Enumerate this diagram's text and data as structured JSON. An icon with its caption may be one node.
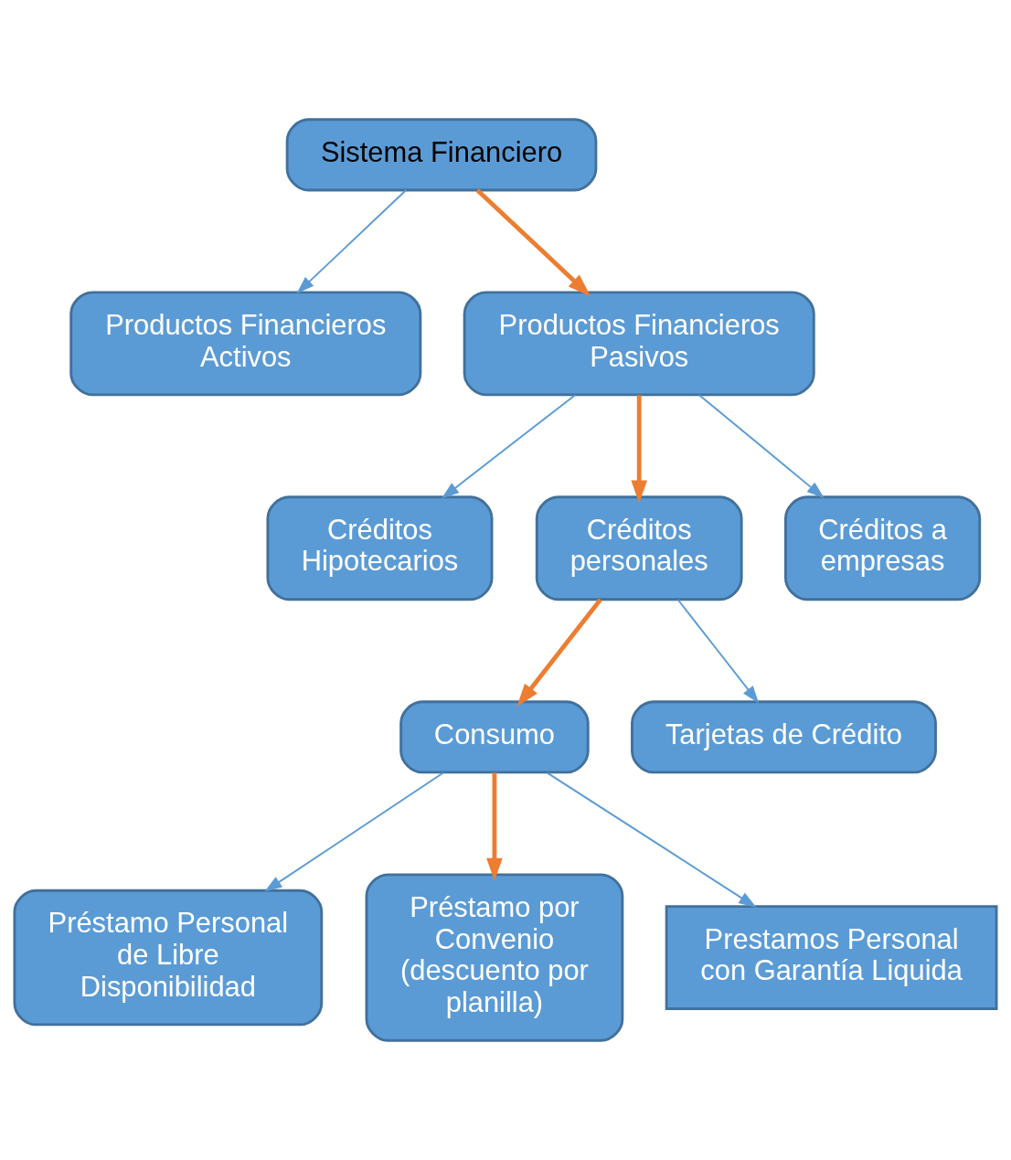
{
  "diagram": {
    "nodes": [
      {
        "text": [
          "Sistema Financiero"
        ]
      },
      {
        "text": [
          "Productos Financieros Activos"
        ]
      },
      {
        "text": [
          "Productos Financieros Pasivos"
        ]
      },
      {
        "text": [
          "Créditos Hipotecarios"
        ]
      },
      {
        "text": [
          "Créditos personales"
        ]
      },
      {
        "text": [
          "Créditos a empresas"
        ]
      },
      {
        "text": [
          "Consumo"
        ]
      },
      {
        "text": [
          "Tarjetas de Crédito"
        ]
      },
      {
        "text": [
          "Préstamo Personal de Libre Disponibilidad"
        ]
      },
      {
        "text": [
          "Préstamo por Convenio (descuento por planilla)"
        ]
      },
      {
        "text": [
          "Prestamos Personal con Garantía Liquida"
        ]
      }
    ],
    "edges": [
      {
        "from": 0,
        "to": 1,
        "arrow": "to"
      },
      {
        "from": 0,
        "to": 2,
        "arrow": "to",
        "style": "thick",
        "color": "#ed7d31"
      },
      {
        "from": 2,
        "to": 3,
        "arrow": "to"
      },
      {
        "from": 2,
        "to": 4,
        "arrow": "to",
        "style": "thick",
        "color": "#ed7d31"
      },
      {
        "from": 2,
        "to": 5,
        "arrow": "to"
      },
      {
        "from": 4,
        "to": 6,
        "arrow": "to",
        "style": "thick",
        "color": "#ed7d31"
      },
      {
        "from": 4,
        "to": 7,
        "arrow": "to"
      },
      {
        "from": 6,
        "to": 8,
        "arrow": "to"
      },
      {
        "from": 6,
        "to": 9,
        "arrow": "to",
        "style": "thick",
        "color": "#ed7d31"
      },
      {
        "from": 6,
        "to": 10,
        "arrow": "to"
      }
    ]
  }
}
